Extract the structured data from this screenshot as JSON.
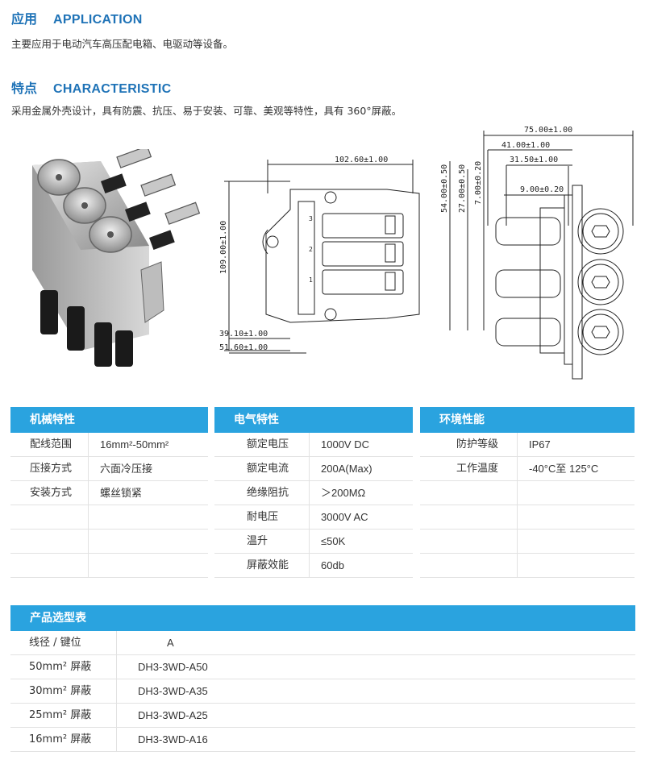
{
  "application": {
    "title_cn": "应用",
    "title_en": "APPLICATION",
    "text": "主要应用于电动汽车高压配电箱、电驱动等设备。"
  },
  "characteristic": {
    "title_cn": "特点",
    "title_en": "CHARACTERISTIC",
    "text": "采用金属外壳设计，具有防震、抗压、易于安装、可靠、美观等特性，具有 360°屏蔽。"
  },
  "drawing_front": {
    "width_label": "102.60±1.00",
    "height_label": "109.00±1.00",
    "offset1_label": "39.10±1.00",
    "offset2_label": "51.60±1.00",
    "pin_labels": [
      "3",
      "2",
      "1"
    ]
  },
  "drawing_side": {
    "total_label": "75.00±1.00",
    "dim41_label": "41.00±1.00",
    "dim31_label": "31.50±1.00",
    "dim9_label": "9.00±0.20",
    "v54_label": "54.00±0.50",
    "v27_label": "27.00±0.50",
    "v7_label": "7.00±0.20"
  },
  "mechanical": {
    "title": "机械特性",
    "rows": [
      {
        "k": "配线范围",
        "v": "16mm²-50mm²"
      },
      {
        "k": "压接方式",
        "v": "六面冷压接"
      },
      {
        "k": "安装方式",
        "v": "螺丝锁紧"
      },
      {
        "k": "",
        "v": ""
      },
      {
        "k": "",
        "v": ""
      },
      {
        "k": "",
        "v": ""
      }
    ]
  },
  "electrical": {
    "title": "电气特性",
    "rows": [
      {
        "k": "额定电压",
        "v": "1000V DC"
      },
      {
        "k": "额定电流",
        "v": "200A(Max)"
      },
      {
        "k": "绝缘阻抗",
        "v": "＞200MΩ"
      },
      {
        "k": "耐电压",
        "v": "3000V AC"
      },
      {
        "k": "温升",
        "v": "≤50K"
      },
      {
        "k": "屏蔽效能",
        "v": "60db"
      }
    ]
  },
  "environment": {
    "title": "环境性能",
    "rows": [
      {
        "k": "防护等级",
        "v": "IP67"
      },
      {
        "k": "工作温度",
        "v": "-40°C至 125°C"
      },
      {
        "k": "",
        "v": ""
      },
      {
        "k": "",
        "v": ""
      },
      {
        "k": "",
        "v": ""
      },
      {
        "k": "",
        "v": ""
      }
    ]
  },
  "models": {
    "title": "产品选型表",
    "header": {
      "k": "线径 / 键位",
      "v": "A"
    },
    "rows": [
      {
        "k": "50mm² 屏蔽",
        "v": "DH3-3WD-A50"
      },
      {
        "k": "30mm² 屏蔽",
        "v": "DH3-3WD-A35"
      },
      {
        "k": "25mm² 屏蔽",
        "v": "DH3-3WD-A25"
      },
      {
        "k": "16mm² 屏蔽",
        "v": "DH3-3WD-A16"
      }
    ]
  },
  "colors": {
    "heading": "#1f73b7",
    "table_header": "#2aa3df"
  }
}
